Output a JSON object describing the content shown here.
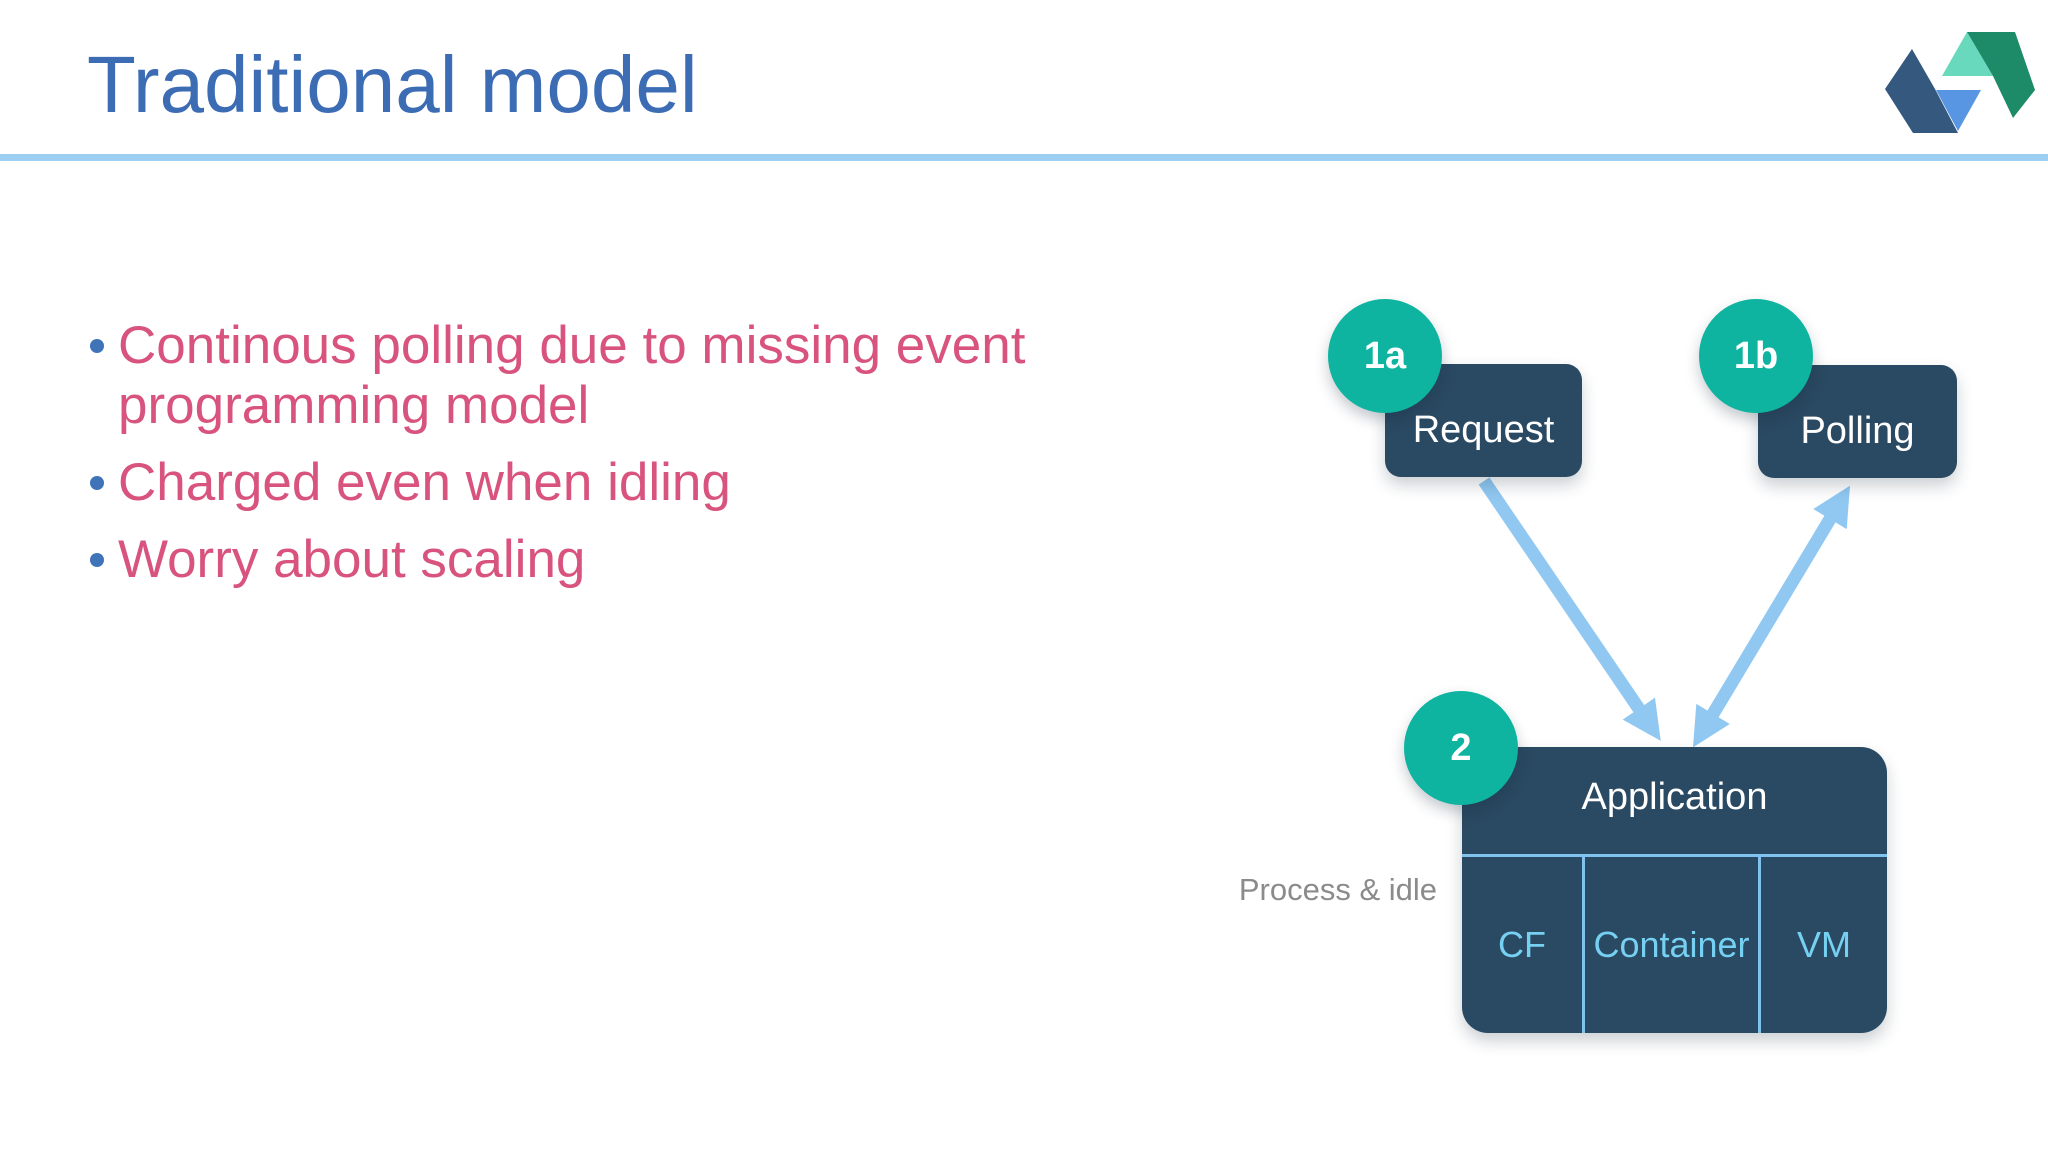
{
  "header": {
    "title": "Traditional model"
  },
  "bullets": {
    "items": [
      "Continous polling due to missing event programming model",
      "Charged even when idling",
      "Worry about scaling"
    ]
  },
  "diagram": {
    "badges": {
      "b1a": "1a",
      "b1b": "1b",
      "b2": "2"
    },
    "request_label": "Request",
    "polling_label": "Polling",
    "application_label": "Application",
    "layers": [
      "CF",
      "Container",
      "VM"
    ],
    "side_label": "Process & idle",
    "colors": {
      "badge": "#0FB4A0",
      "node": "#2A4962",
      "arrow": "#90C8F2",
      "layer_text": "#76D0F2",
      "divider": "#7FC3EE"
    }
  },
  "theme": {
    "background": "#FFFFFF",
    "title_color": "#3C6CB4",
    "rule_color": "#9CCFF2",
    "bullet_text_color": "#D8537D",
    "bullet_marker_color": "#3F74B8",
    "side_label_color": "#8B8B8B"
  },
  "logo": {
    "colors": {
      "navy": "#35587E",
      "blue": "#5896E3",
      "green": "#1D8B68",
      "mint": "#69D9BD"
    }
  }
}
